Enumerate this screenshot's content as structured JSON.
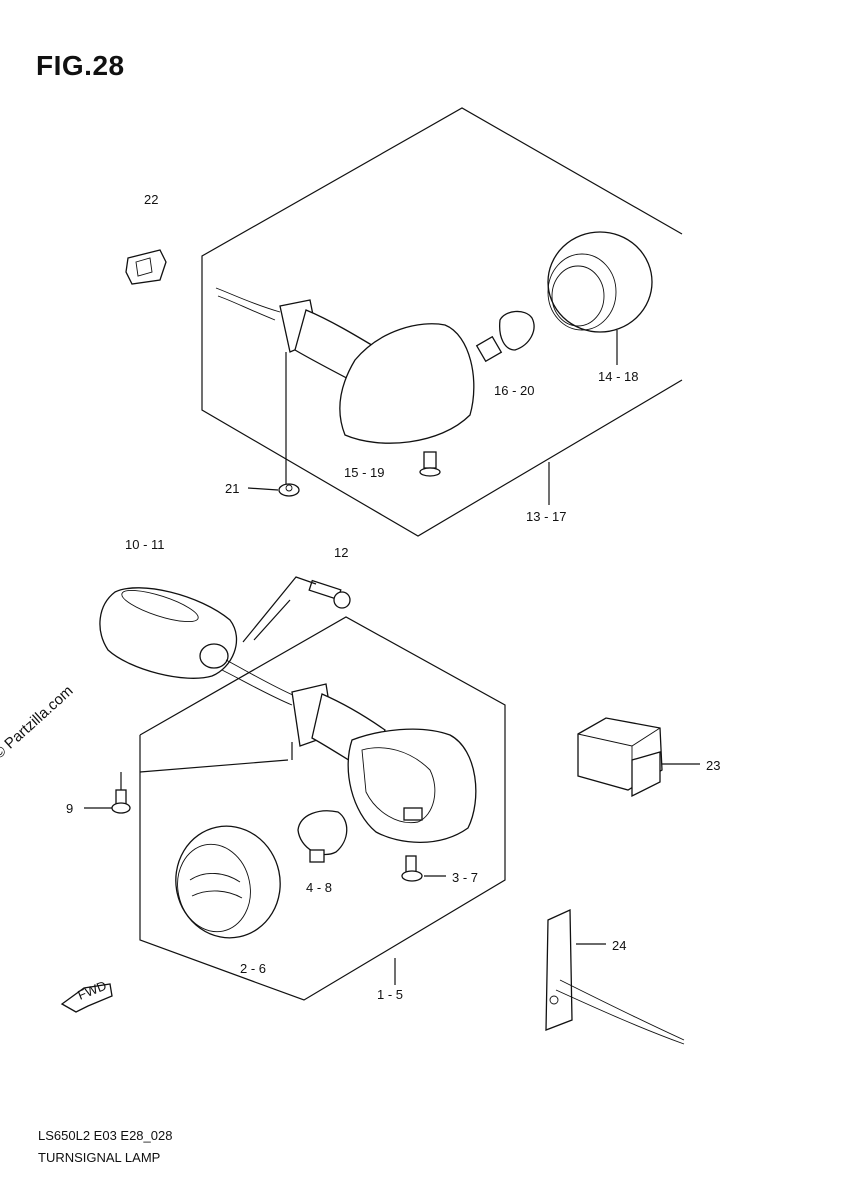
{
  "figure": {
    "title": "FIG.28"
  },
  "callouts": {
    "p1": "1 - 5",
    "p2": "2 - 6",
    "p3": "3 - 7",
    "p4": "4 - 8",
    "p9": "9",
    "p10": "10 - 11",
    "p12": "12",
    "p13": "13 - 17",
    "p14": "14 - 18",
    "p15": "15 - 19",
    "p16": "16 - 20",
    "p21": "21",
    "p22": "22",
    "p23": "23",
    "p24": "24"
  },
  "watermark": "© Partzilla.com",
  "flow_label": "FWD",
  "footer": {
    "code": "LS650L2 E03 E28_028",
    "name": "TURNSIGNAL LAMP"
  }
}
